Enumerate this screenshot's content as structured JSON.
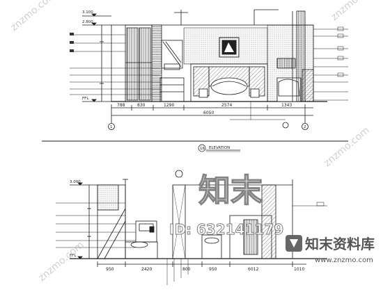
{
  "sheet": {
    "upper_elevation": {
      "top_level": "3.100",
      "mid_level": "2.800",
      "floor_level": "FFL",
      "bottom_dims": [
        "788",
        "830",
        "1290",
        "2574",
        "1343"
      ],
      "total_dim": "6050",
      "grid_left": "1",
      "grid_right": "2",
      "title": "ELEVATION",
      "title_number": "16"
    },
    "lower_elevation": {
      "top_level": "3.000",
      "floor_level": "FFL",
      "bottom_dims": [
        "950",
        "2420",
        "800",
        "950",
        "6012",
        "1010"
      ]
    }
  },
  "watermark": {
    "logo_text": "知末",
    "id_text": "ID: 632141179",
    "brand_cn": "知末资料库",
    "brand_url": "www.znzmo.com",
    "diag_text": "znzmo.com"
  },
  "colors": {
    "line": "#1a1a1a",
    "watermark": "#8a8a8a",
    "watermark_dark": "#555555"
  }
}
